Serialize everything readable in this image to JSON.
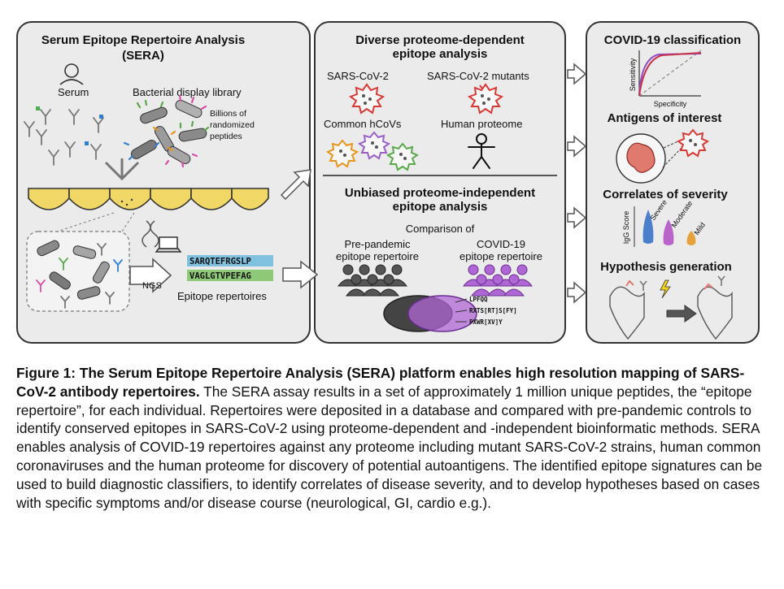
{
  "panel_sera": {
    "title_line1": "Serum Epitope Repertoire Analysis",
    "title_line2": "(SERA)",
    "serum_label": "Serum",
    "library_label": "Bacterial display library",
    "library_note": [
      "Billions of",
      "randomized",
      "peptides"
    ],
    "sequences": [
      "SARQTEFRGSLP",
      "VAGLGTVPEFAG"
    ],
    "ngs_label": "NGS",
    "repertoires_label": "Epitope repertoires"
  },
  "panel_proteome": {
    "title_line1": "Diverse proteome-dependent",
    "title_line2": "epitope analysis",
    "sars_label": "SARS-CoV-2",
    "mutants_label": "SARS-CoV-2 mutants",
    "hcov_label": "Common hCoVs",
    "human_label": "Human proteome"
  },
  "panel_unbiased": {
    "title_line1": "Unbiased proteome-independent",
    "title_line2": "epitope analysis",
    "comparison_label": "Comparison of",
    "prepandemic_line1": "Pre-pandemic",
    "prepandemic_line2": "epitope repertoire",
    "covid_line1": "COVID-19",
    "covid_line2": "epitope repertoire",
    "motifs": [
      "LPFQQ",
      "RXTS[RT]S[FY]",
      "PXWR[XV]Y"
    ]
  },
  "panel_outputs": {
    "classification_title": "COVID-19 classification",
    "sensitivity_label": "Sensitivity",
    "specificity_label": "Specificity",
    "antigens_title": "Antigens of interest",
    "severity_title": "Correlates of severity",
    "igg_label": "IgG Score",
    "severe_label": "Severe",
    "moderate_label": "Moderate",
    "mild_label": "Mild",
    "hypothesis_title": "Hypothesis generation"
  },
  "caption": {
    "bold": "Figure 1: The Serum Epitope Repertoire Analysis (SERA) platform enables high resolution mapping of SARS-CoV-2 antibody repertoires.",
    "text": " The SERA assay results in a set of approximately 1 million unique peptides, the “epitope repertoire”, for each individual. Repertoires were deposited in a database and compared with pre-pandemic controls to identify conserved epitopes in SARS-CoV-2 using proteome-dependent and -independent bioinformatic methods. SERA enables analysis of COVID-19 repertoires against any proteome including mutant SARS-CoV-2 strains, human common coronaviruses and the human proteome for discovery of potential autoantigens. The identified epitope signatures can be used to build diagnostic classifiers, to identify correlates of disease severity, and to develop hypotheses based on cases with specific symptoms and/or disease course (neurological, GI, cardio e.g.)."
  },
  "colors": {
    "panel_fill": "#ebebeb",
    "panel_border": "#333333",
    "well_yellow": "#f1d766",
    "sars_red": "#d83a36",
    "hcov_orange": "#e8951c",
    "hcov_purple": "#9b5fc8",
    "hcov_green": "#5aa84a",
    "covid_purple": "#b067d6",
    "prepandemic_gray": "#555555",
    "roc_red": "#c8304a",
    "roc_purple": "#8e4fc4",
    "seq_blue": "#5bb3d9",
    "seq_green": "#6dbd4f"
  }
}
